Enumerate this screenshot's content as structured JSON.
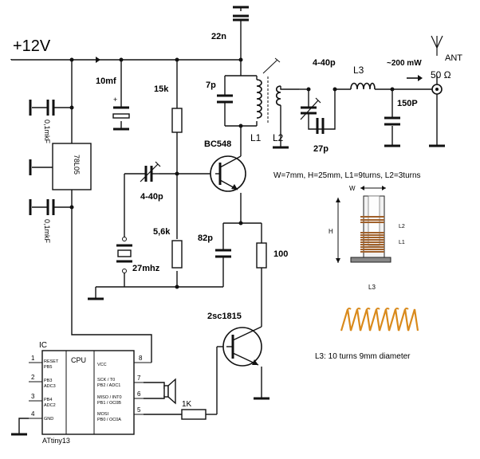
{
  "supply": {
    "label": "+12V"
  },
  "components": {
    "c_22n": "22n",
    "c_10mf": "10mf",
    "r_15k": "15k",
    "c_7p": "7p",
    "l1": "L1",
    "l2": "L2",
    "trim_4_40p_out": "4-40p",
    "l3": "L3",
    "power": "~200 mW",
    "ant": "ANT",
    "ohm": "50 Ω",
    "c_150p": "150P",
    "c_27p": "27p",
    "q1": "BC548",
    "trim_4_40p_xtal": "4-40p",
    "xtal": "27mhz",
    "r_5k6": "5,6k",
    "c_82p": "82p",
    "r_100": "100",
    "q2": "2sc1815",
    "r_1k": "1K",
    "c_01_top": "0,1mkF",
    "c_01_bot": "0,1mkF",
    "reg": "78L05",
    "cap_plus": "+"
  },
  "coil_spec": {
    "text": "W=7mm, H=25mm, L1=9turns, L2=3turns",
    "w_label": "W",
    "h_label": "H",
    "l2_label": "L2",
    "l1_label": "L1",
    "l3_caption": "L3",
    "l3_text": "L3: 10 turns 9mm diameter"
  },
  "ic": {
    "label": "IC",
    "cpu": "CPU",
    "chip": "ATtiny13",
    "pins_left": [
      {
        "num": "1",
        "l1": "RESET",
        "l2": "PB5"
      },
      {
        "num": "2",
        "l1": "PB3",
        "l2": "ADC3"
      },
      {
        "num": "3",
        "l1": "PB4",
        "l2": "ADC2"
      },
      {
        "num": "4",
        "l1": "GND",
        "l2": ""
      }
    ],
    "pins_right": [
      {
        "num": "8",
        "l1": "VCC",
        "l2": ""
      },
      {
        "num": "7",
        "l1": "SCK / T0",
        "l2": "PB2 / ADC1"
      },
      {
        "num": "6",
        "l1": "MISO / INT0",
        "l2": "PB1 / OC0B"
      },
      {
        "num": "5",
        "l1": "MOSI",
        "l2": "PB0 / OC0A"
      }
    ]
  }
}
